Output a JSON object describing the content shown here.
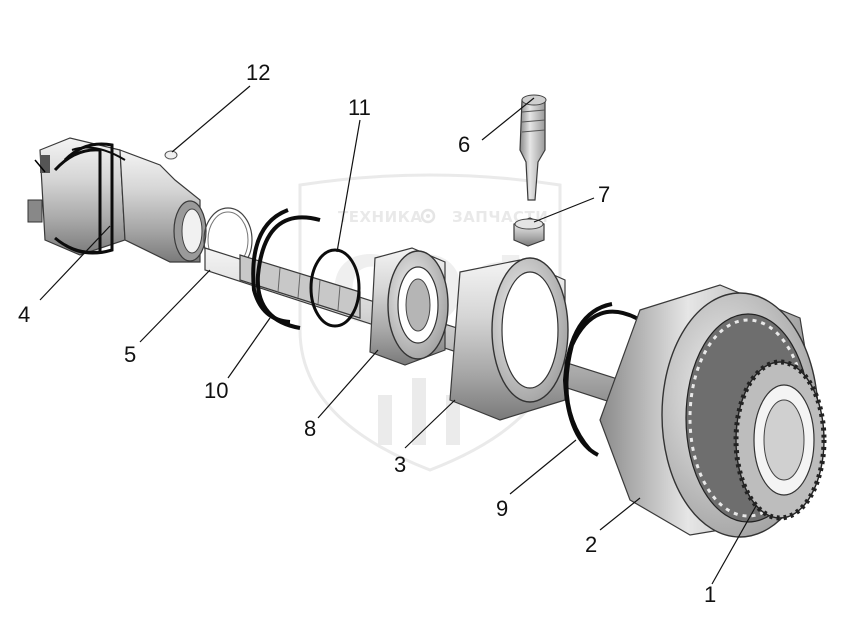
{
  "watermark": {
    "brand_left": "ТЕХНИКА",
    "brand_right": "ЗАПЧАСТИ"
  },
  "callouts": [
    {
      "id": "1",
      "text": "1"
    },
    {
      "id": "2",
      "text": "2"
    },
    {
      "id": "3",
      "text": "3"
    },
    {
      "id": "4",
      "text": "4"
    },
    {
      "id": "5",
      "text": "5"
    },
    {
      "id": "6",
      "text": "6"
    },
    {
      "id": "7",
      "text": "7"
    },
    {
      "id": "8",
      "text": "8"
    },
    {
      "id": "9",
      "text": "9"
    },
    {
      "id": "10",
      "text": "10"
    },
    {
      "id": "11",
      "text": "11"
    },
    {
      "id": "12",
      "text": "12"
    }
  ]
}
